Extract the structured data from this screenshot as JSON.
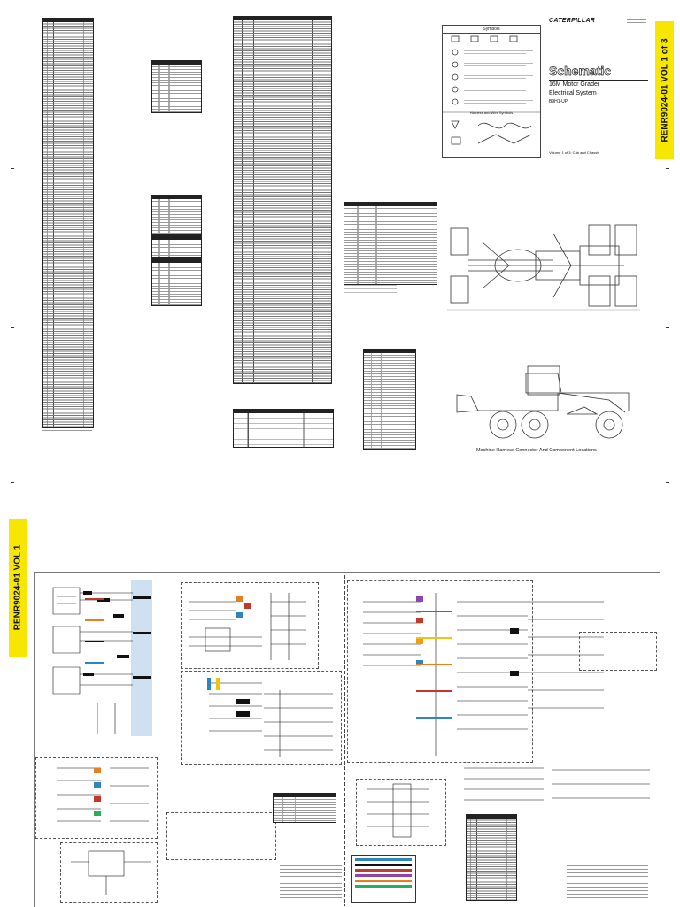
{
  "brand": {
    "name": "CATERPILLAR"
  },
  "title_block": {
    "title": "Schematic",
    "model": "16M Motor Grader",
    "system": "Electrical System",
    "serial": "B9H1-UP",
    "volume": "Volume 1 of 3: Cab and Chassis"
  },
  "symbols_block": {
    "header": "Symbols",
    "section_2": "Harness and Wire Symbols"
  },
  "banners": {
    "top_side": "RENR9024-01 VOL 1 of 3",
    "bottom_side": "RENR9024-01 VOL 1"
  },
  "captions": {
    "component_locations": "Machine Harness Connector And Component Locations"
  },
  "colors": {
    "banner_yellow": "#f7e600",
    "schematic_highlight": "#cfe0f0",
    "line": "#111111"
  }
}
